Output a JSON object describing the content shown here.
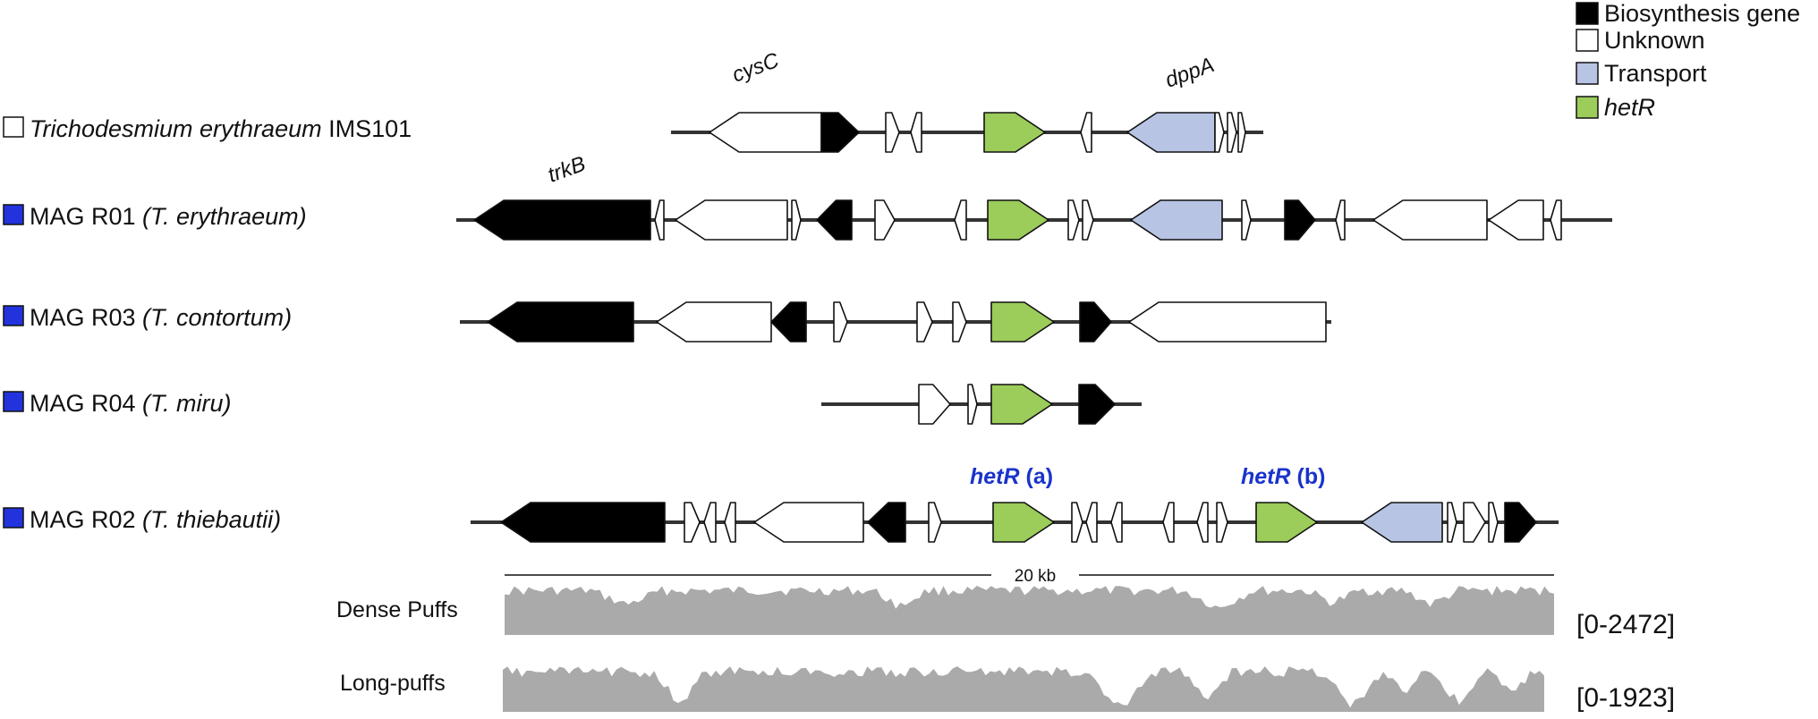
{
  "legend": [
    {
      "label": "Biosynthesis gene",
      "category": "biosynthesis",
      "color": "#000000",
      "italic": false
    },
    {
      "label": "Unknown",
      "category": "unknown",
      "color": "#ffffff",
      "italic": false
    },
    {
      "label": "Transport",
      "category": "transport",
      "color": "#b8c4e4",
      "italic": false
    },
    {
      "label": "hetR",
      "category": "hetR",
      "color": "#9ccc5a",
      "italic": true
    }
  ],
  "tracks": [
    {
      "label_plain": "",
      "label_italic": "Trichodesmium erythraeum",
      "label_suffix": " IMS101",
      "marker_color": "#ffffff"
    },
    {
      "label_plain": "MAG R01 ",
      "label_italic": "(T. erythraeum)",
      "label_suffix": "",
      "marker_color": "#2233dd"
    },
    {
      "label_plain": "MAG R03 ",
      "label_italic": "(T. contortum)",
      "label_suffix": "",
      "marker_color": "#2233dd"
    },
    {
      "label_plain": "MAG R04 ",
      "label_italic": "(T. miru)",
      "label_suffix": "",
      "marker_color": "#2233dd"
    },
    {
      "label_plain": "MAG R02 ",
      "label_italic": "(T. thiebautii)",
      "label_suffix": "",
      "marker_color": "#2233dd"
    }
  ],
  "gene_names": {
    "cysC": "cysC",
    "dppA": "dppA",
    "trkB": "trkB"
  },
  "hetR_copies": [
    {
      "italic": "hetR",
      "suffix": " (a)"
    },
    {
      "italic": "hetR",
      "suffix": " (b)"
    }
  ],
  "scale_bar": {
    "label": "20 kb"
  },
  "coverage": [
    {
      "label": "Dense Puffs",
      "range": "[0-2472]",
      "color": "#aaaaaa"
    },
    {
      "label": "Long-puffs",
      "range": "[0-1923]",
      "color": "#aaaaaa"
    }
  ],
  "colors": {
    "biosynthesis": "#000000",
    "unknown": "#ffffff",
    "transport": "#b8c4e4",
    "hetR": "#9ccc5a",
    "backbone": "#333333",
    "het_label": "#1a33cc"
  }
}
